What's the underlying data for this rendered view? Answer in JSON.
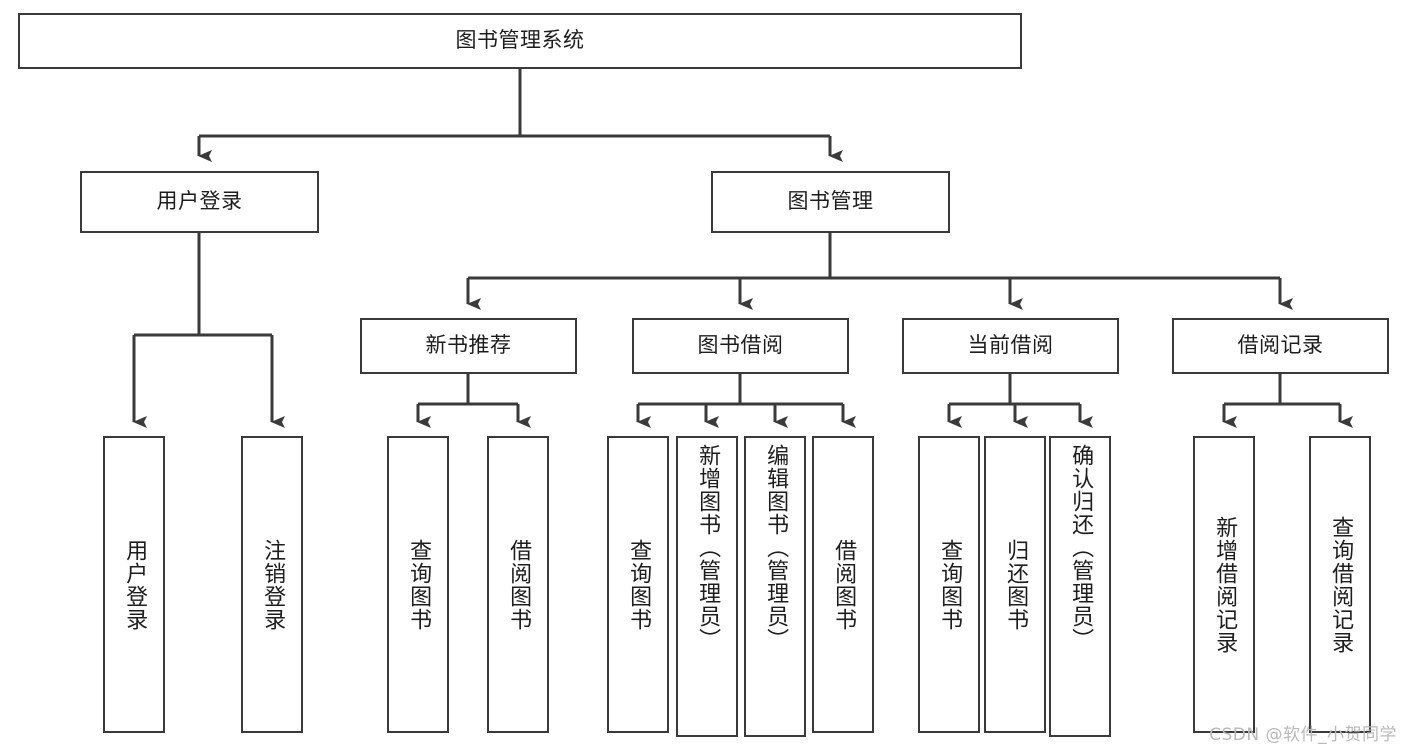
{
  "diagram": {
    "type": "tree-hierarchy",
    "title": "图书管理系统",
    "watermark": "CSDN @软件_小贺同学",
    "colors": {
      "box_border": "#3a3a3a",
      "box_fill": "#ffffff",
      "edge": "#3a3a3a",
      "text": "#1d1d1d",
      "watermark": "#b9b9b9",
      "background": "#ffffff"
    },
    "nodes": {
      "root": {
        "label": "图书管理系统"
      },
      "level2": [
        {
          "label": "用户登录"
        },
        {
          "label": "图书管理"
        }
      ],
      "level3": [
        {
          "label": "新书推荐"
        },
        {
          "label": "图书借阅"
        },
        {
          "label": "当前借阅"
        },
        {
          "label": "借阅记录"
        }
      ],
      "leaves": {
        "user_login": [
          {
            "label": "用户登录"
          },
          {
            "label": "注销登录"
          }
        ],
        "new_book_recommend": [
          {
            "label": "查询图书"
          },
          {
            "label": "借阅图书"
          }
        ],
        "book_borrow": [
          {
            "label": "查询图书"
          },
          {
            "label": "新增图书（管理员）"
          },
          {
            "label": "编辑图书（管理员）"
          },
          {
            "label": "借阅图书"
          }
        ],
        "current_borrow": [
          {
            "label": "查询图书"
          },
          {
            "label": "归还图书"
          },
          {
            "label": "确认归还（管理员）"
          }
        ],
        "borrow_record": [
          {
            "label": "新增借阅记录"
          },
          {
            "label": "查询借阅记录"
          }
        ]
      }
    }
  }
}
